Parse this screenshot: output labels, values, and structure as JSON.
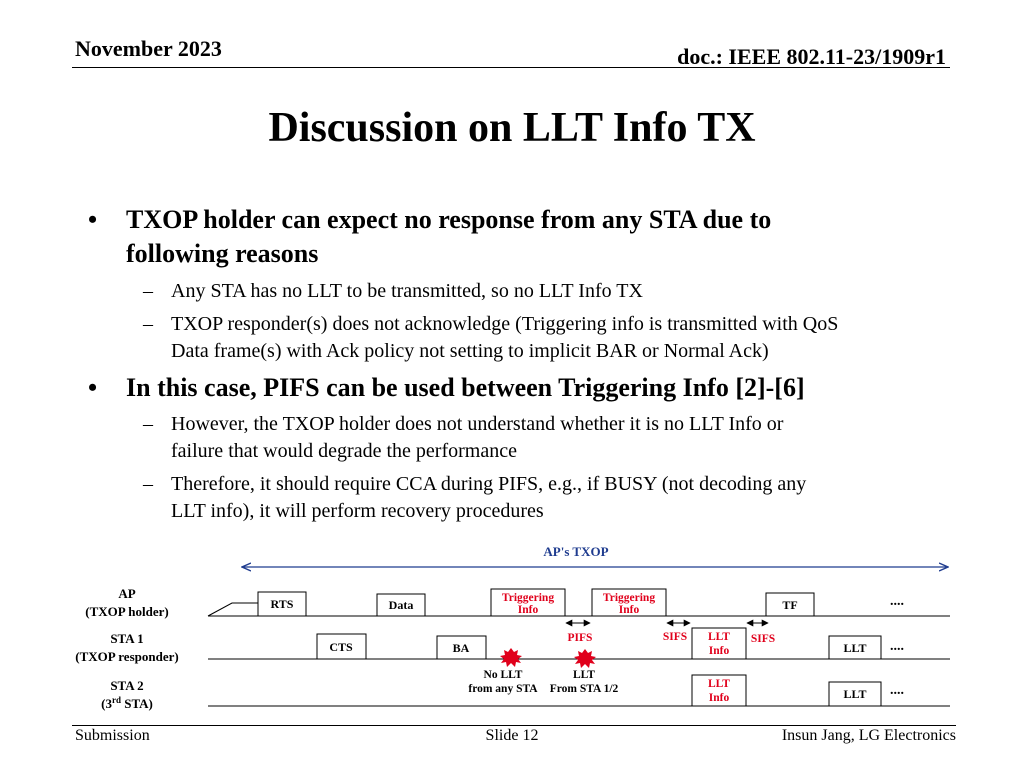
{
  "header": {
    "date": "November 2023",
    "doc": "doc.: IEEE 802.11-23/1909r1"
  },
  "title": "Discussion on LLT Info TX",
  "bullets": [
    {
      "text": "TXOP holder can expect no response from any STA due to following reasons",
      "line1": "TXOP holder can expect no response from any STA due to",
      "line2": "following reasons",
      "subs": [
        {
          "line1": "Any STA has no LLT to be transmitted, so no LLT Info TX"
        },
        {
          "line1": "TXOP responder(s) does not acknowledge (Triggering info is transmitted with QoS",
          "line2": "Data frame(s) with Ack policy not setting to implicit BAR or Normal Ack)"
        }
      ]
    },
    {
      "line1": "In this case, PIFS can be used between Triggering Info [2]-[6]",
      "subs": [
        {
          "line1": "However, the TXOP holder does not understand whether it is no LLT Info or",
          "line2": "failure that would degrade the performance"
        },
        {
          "line1": "Therefore, it should require CCA during PIFS, e.g., if BUSY (not decoding any",
          "line2": "LLT info), it will perform recovery procedures"
        }
      ]
    }
  ],
  "diagram": {
    "txop_label": "AP's TXOP",
    "rows": {
      "ap": {
        "l1": "AP",
        "l2": "(TXOP holder)"
      },
      "sta1": {
        "l1": "STA 1",
        "l2": "(TXOP responder)"
      },
      "sta2": {
        "l1": "STA 2",
        "l2a": "(3",
        "l2sup": "rd",
        "l2b": " STA)"
      }
    },
    "frames": {
      "rts": "RTS",
      "data": "Data",
      "trig1_l1": "Triggering",
      "trig1_l2": "Info",
      "trig2_l1": "Triggering",
      "trig2_l2": "Info",
      "tf": "TF",
      "cts": "CTS",
      "ba": "BA",
      "llt_info1_l1": "LLT",
      "llt_info1_l2": "Info",
      "llt_info2_l1": "LLT",
      "llt_info2_l2": "Info",
      "llt1": "LLT",
      "llt2": "LLT"
    },
    "labels": {
      "pifs": "PIFS",
      "sifs1": "SIFS",
      "sifs2": "SIFS",
      "no_llt_l1": "No LLT",
      "no_llt_l2": "from any STA",
      "llt_from_l1": "LLT",
      "llt_from_l2": "From STA 1/2",
      "dots": "...."
    },
    "colors": {
      "accent": "#1f3c8f",
      "red": "#e0001b"
    }
  },
  "footer": {
    "left": "Submission",
    "center": "Slide 12",
    "right": "Insun Jang, LG Electronics"
  }
}
